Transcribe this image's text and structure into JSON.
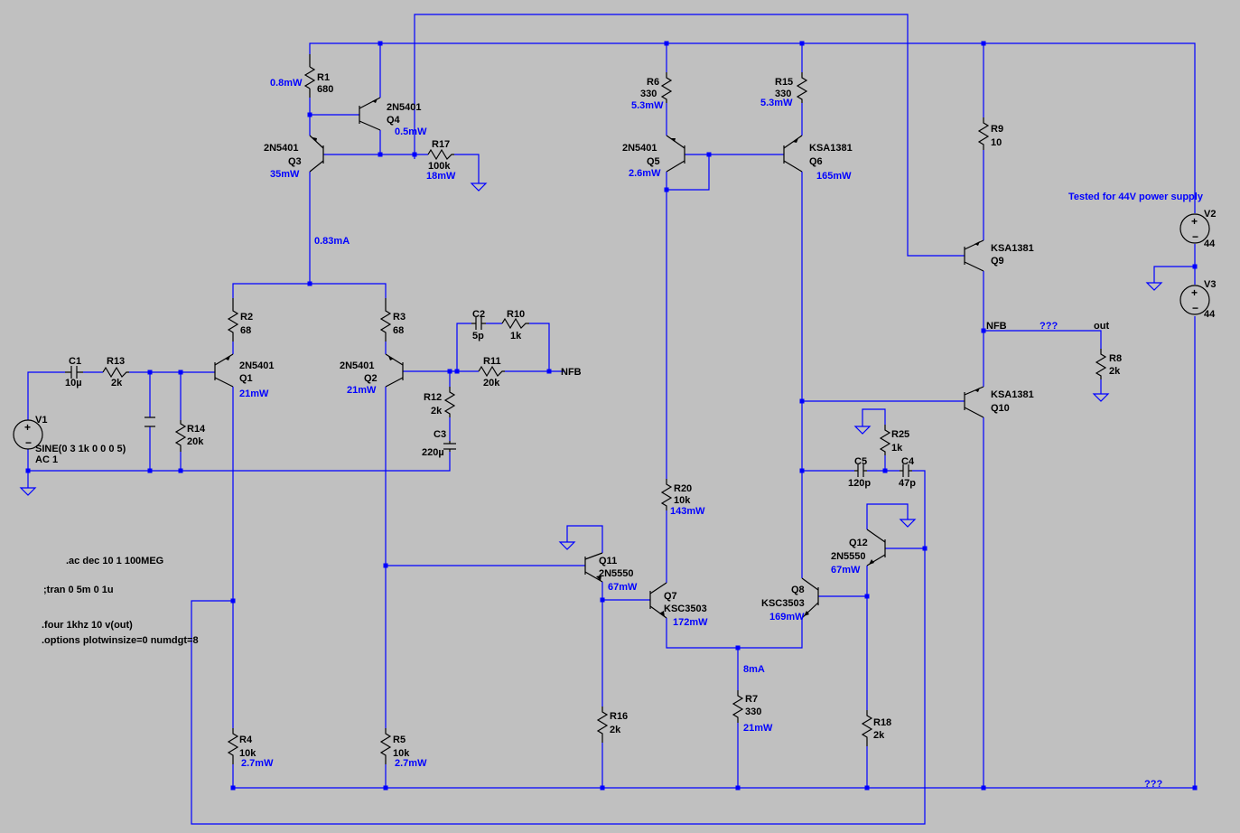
{
  "colors": {
    "background": "#c0c0c0",
    "wire": "#0000ff",
    "component": "#000000",
    "annotation": "#0000ff"
  },
  "components": {
    "R1": {
      "ref": "R1",
      "value": "680",
      "power": "0.8mW"
    },
    "Q4": {
      "ref": "Q4",
      "model": "2N5401",
      "power": "0.5mW"
    },
    "Q3": {
      "ref": "Q3",
      "model": "2N5401",
      "power": "35mW"
    },
    "R17": {
      "ref": "R17",
      "value": "100k",
      "power": "18mW"
    },
    "R6": {
      "ref": "R6",
      "value": "330",
      "power": "5.3mW"
    },
    "R15": {
      "ref": "R15",
      "value": "330",
      "power": "5.3mW"
    },
    "Q5": {
      "ref": "Q5",
      "model": "2N5401",
      "power": "2.6mW"
    },
    "Q6": {
      "ref": "Q6",
      "model": "KSA1381",
      "power": "165mW"
    },
    "R9": {
      "ref": "R9",
      "value": "10"
    },
    "Q9": {
      "ref": "Q9",
      "model": "KSA1381"
    },
    "Q10": {
      "ref": "Q10",
      "model": "KSA1381"
    },
    "R8": {
      "ref": "R8",
      "value": "2k"
    },
    "V2": {
      "ref": "V2",
      "value": "44"
    },
    "V3": {
      "ref": "V3",
      "value": "44"
    },
    "R2": {
      "ref": "R2",
      "value": "68"
    },
    "R3": {
      "ref": "R3",
      "value": "68"
    },
    "Q1": {
      "ref": "Q1",
      "model": "2N5401",
      "power": "21mW"
    },
    "Q2": {
      "ref": "Q2",
      "model": "2N5401",
      "power": "21mW"
    },
    "C1": {
      "ref": "C1",
      "value": "10µ"
    },
    "R13": {
      "ref": "R13",
      "value": "2k"
    },
    "R14": {
      "ref": "R14",
      "value": "20k"
    },
    "V1": {
      "ref": "V1",
      "value": "SINE(0 3 1k 0 0 0 5)",
      "ac": "AC 1"
    },
    "C2": {
      "ref": "C2",
      "value": "5p"
    },
    "R10": {
      "ref": "R10",
      "value": "1k"
    },
    "R11": {
      "ref": "R11",
      "value": "20k"
    },
    "R12": {
      "ref": "R12",
      "value": "2k"
    },
    "C3": {
      "ref": "C3",
      "value": "220µ"
    },
    "R20": {
      "ref": "R20",
      "value": "10k",
      "power": "143mW"
    },
    "Q11": {
      "ref": "Q11",
      "model": "2N5550",
      "power": "67mW"
    },
    "Q7": {
      "ref": "Q7",
      "model": "KSC3503",
      "power": "172mW"
    },
    "Q8": {
      "ref": "Q8",
      "model": "KSC3503",
      "power": "169mW"
    },
    "Q12": {
      "ref": "Q12",
      "model": "2N5550",
      "power": "67mW"
    },
    "R25": {
      "ref": "R25",
      "value": "1k"
    },
    "C5": {
      "ref": "C5",
      "value": "120p"
    },
    "C4": {
      "ref": "C4",
      "value": "47p"
    },
    "R7": {
      "ref": "R7",
      "value": "330",
      "power": "21mW",
      "current": "8mA"
    },
    "R16": {
      "ref": "R16",
      "value": "2k"
    },
    "R18": {
      "ref": "R18",
      "value": "2k"
    },
    "R4": {
      "ref": "R4",
      "value": "10k",
      "power": "2.7mW"
    },
    "R5": {
      "ref": "R5",
      "value": "10k",
      "power": "2.7mW"
    }
  },
  "net_labels": {
    "tail_current": "0.83mA",
    "nfb_input": "NFB",
    "nfb_output": "NFB",
    "out": "out",
    "unknown_out": "???",
    "unknown_bottom": "???"
  },
  "notes": {
    "power_supply": "Tested for 44V power supply"
  },
  "directives": {
    "ac": ".ac dec 10 1 100MEG",
    "tran": ";tran 0 5m 0 1u",
    "four": ".four 1khz 10 v(out)",
    "options": ".options plotwinsize=0 numdgt=8"
  }
}
